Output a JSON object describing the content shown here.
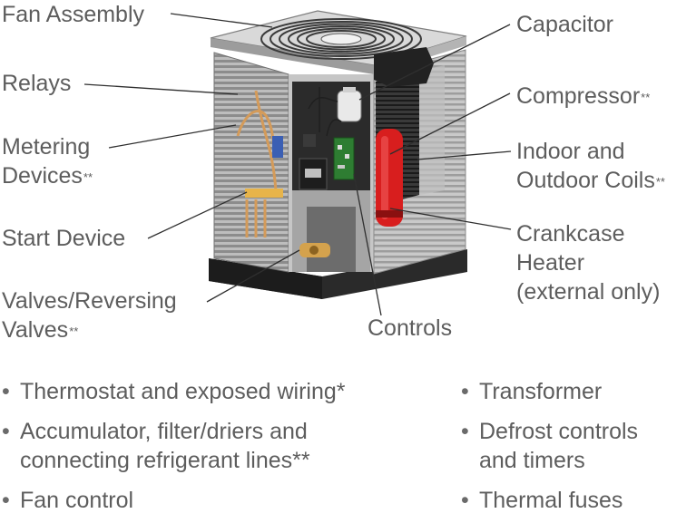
{
  "callouts": {
    "fan_assembly": "Fan Assembly",
    "relays": "Relays",
    "metering_devices_line1": "Metering",
    "metering_devices_line2": "Devices",
    "metering_devices_mark": "**",
    "start_device": "Start Device",
    "valves_line1": "Valves/Reversing",
    "valves_line2": "Valves",
    "valves_mark": "**",
    "capacitor": "Capacitor",
    "compressor": "Compressor",
    "compressor_mark": "**",
    "coils_line1": "Indoor and",
    "coils_line2": "Outdoor Coils",
    "coils_mark": "**",
    "crankcase_line1": "Crankcase",
    "crankcase_line2": "Heater",
    "crankcase_line3": "(external only)",
    "controls": "Controls"
  },
  "bullet_symbol": "•",
  "bullets_left": [
    {
      "line1": "Thermostat and exposed wiring*",
      "line2": ""
    },
    {
      "line1": "Accumulator, filter/driers and",
      "line2": "connecting refrigerant lines**"
    },
    {
      "line1": "Fan control",
      "line2": ""
    }
  ],
  "bullets_right": [
    {
      "line1": "Transformer",
      "line2": ""
    },
    {
      "line1": "Defrost controls",
      "line2": "and timers"
    },
    {
      "line1": "Thermal fuses",
      "line2": ""
    }
  ],
  "colors": {
    "text": "#5d5d5d",
    "leader_line": "#333333",
    "casing": "#9a9a9a",
    "compressor": "#d81e1e",
    "base": "#2a2a2a"
  }
}
